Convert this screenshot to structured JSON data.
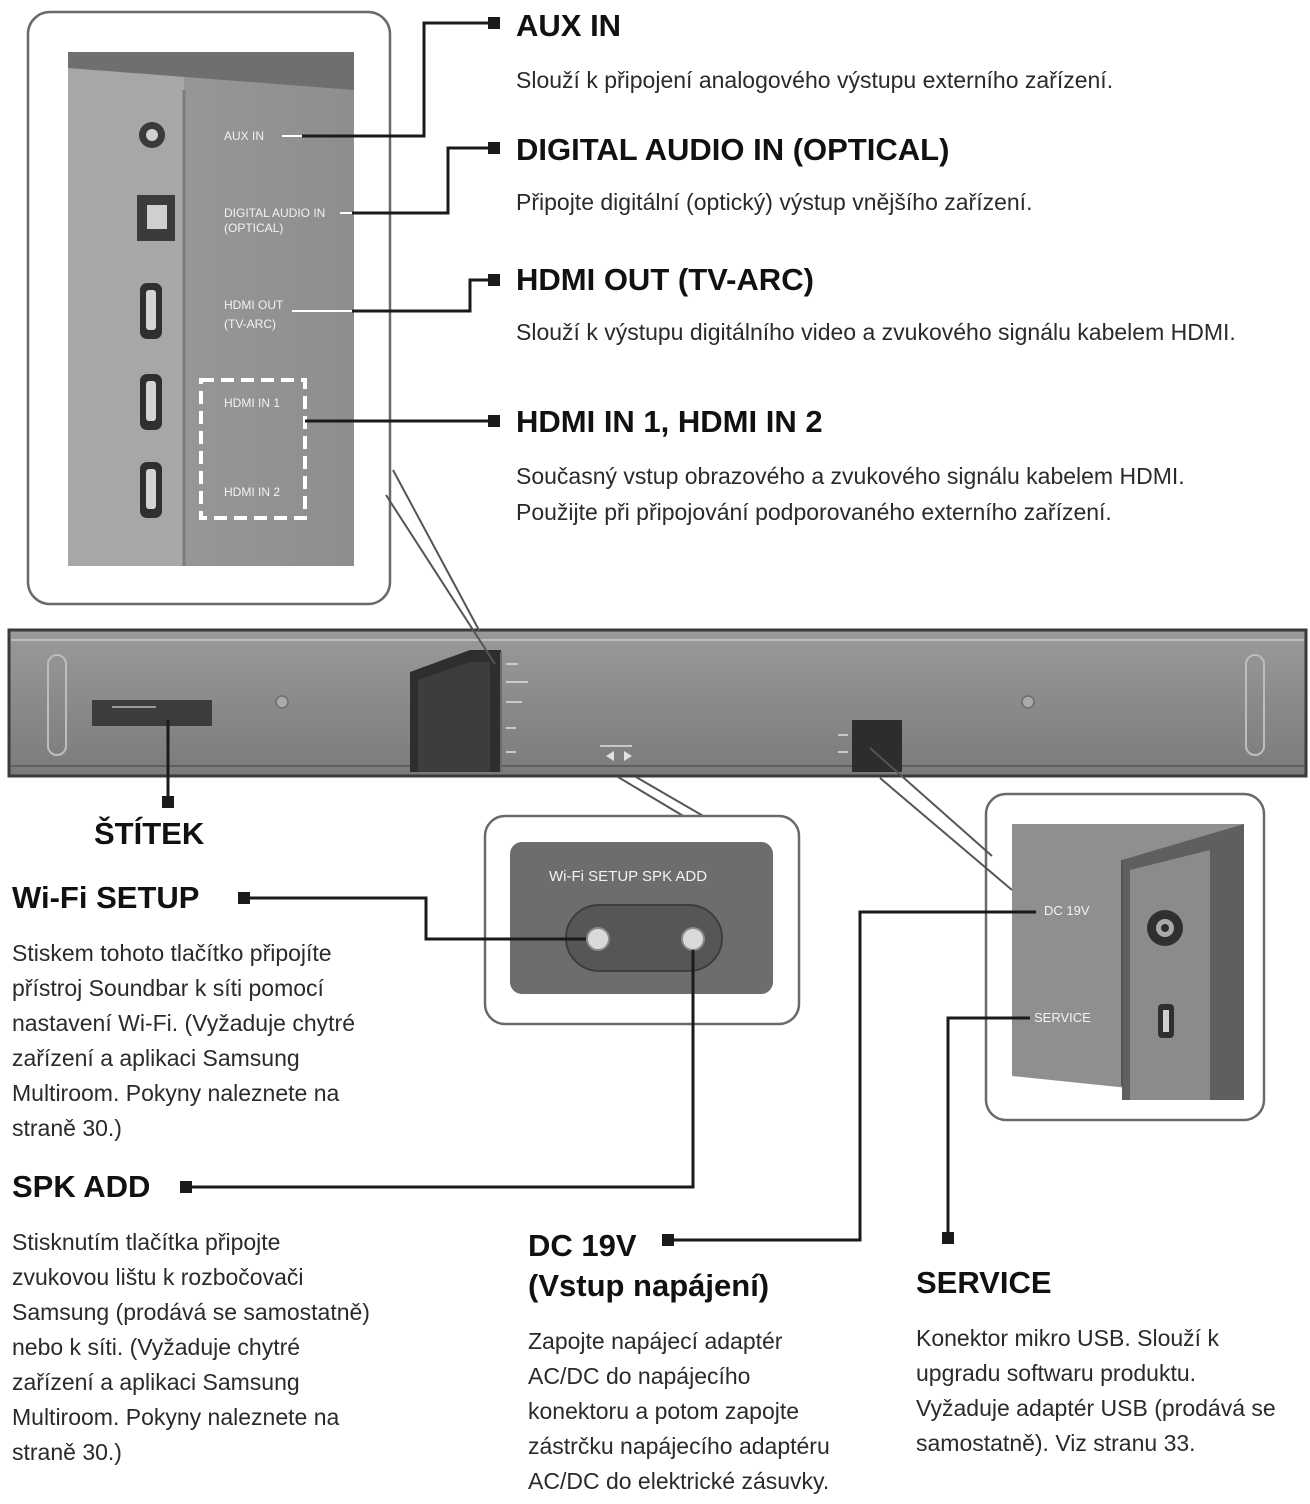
{
  "colors": {
    "line": "#1a1a1a",
    "panel_dark": "#6e6e6e",
    "panel_mid": "#8a8a8a",
    "panel_light": "#a3a3a3",
    "bar_body": "#8c8c8c",
    "bar_outline": "#3a3a3a"
  },
  "left_panel": {
    "labels": {
      "aux_in": "AUX IN",
      "optical_line1": "DIGITAL AUDIO IN",
      "optical_line2": "(OPTICAL)",
      "hdmi_out_line1": "HDMI OUT",
      "hdmi_out_line2": "(TV-ARC)",
      "hdmi_in1": "HDMI IN 1",
      "hdmi_in2": "HDMI IN 2"
    }
  },
  "center_panel": {
    "label": "Wi-Fi SETUP SPK ADD"
  },
  "right_panel": {
    "labels": {
      "dc": "DC 19V",
      "service": "SERVICE"
    }
  },
  "callouts": {
    "aux_in": {
      "title": "AUX IN",
      "lines": [
        "Slouží k připojení analogového výstupu externího zařízení."
      ]
    },
    "optical": {
      "title": "DIGITAL AUDIO IN (OPTICAL)",
      "lines": [
        "Připojte digitální (optický) výstup vnějšího zařízení."
      ]
    },
    "hdmi_out": {
      "title": "HDMI OUT (TV-ARC)",
      "lines": [
        "Slouží k výstupu digitálního video a zvukového signálu kabelem HDMI."
      ]
    },
    "hdmi_in": {
      "title": "HDMI IN 1, HDMI IN 2",
      "lines": [
        "Současný vstup obrazového a zvukového signálu kabelem HDMI.",
        "Použijte při připojování podporovaného externího zařízení."
      ]
    },
    "label": {
      "title": "ŠTÍTEK"
    },
    "wifi_setup": {
      "title": "Wi-Fi SETUP",
      "lines": [
        "Stiskem tohoto tlačítko připojíte",
        "přístroj Soundbar k síti pomocí",
        "nastavení Wi-Fi. (Vyžaduje chytré",
        "zařízení a aplikaci Samsung",
        "Multiroom. Pokyny naleznete na",
        "straně 30.)"
      ]
    },
    "spk_add": {
      "title": "SPK ADD",
      "lines": [
        "Stisknutím tlačítka připojte",
        "zvukovou lištu k rozbočovači",
        "Samsung (prodává se samostatně)",
        "nebo k síti. (Vyžaduje chytré",
        "zařízení a aplikaci Samsung",
        "Multiroom. Pokyny naleznete na",
        "straně 30.)"
      ]
    },
    "dc": {
      "title_line1": "DC 19V",
      "title_line2": "(Vstup napájení)",
      "lines": [
        "Zapojte napájecí adaptér",
        "AC/DC do napájecího",
        "konektoru a potom zapojte",
        "zástrčku napájecího adaptéru",
        "AC/DC do elektrické zásuvky."
      ]
    },
    "service": {
      "title": "SERVICE",
      "lines": [
        "Konektor mikro USB. Slouží k",
        "upgradu softwaru produktu.",
        "Vyžaduje adaptér USB (prodává se",
        "samostatně). Viz stranu 33."
      ]
    }
  }
}
